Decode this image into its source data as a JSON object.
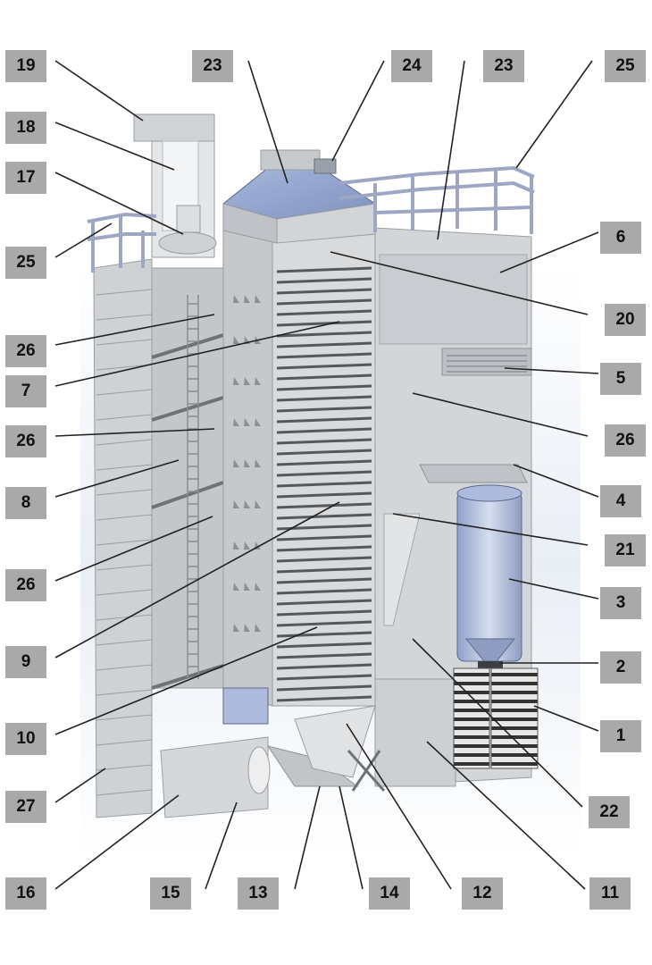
{
  "colors": {
    "background": "#ffffff",
    "callout_box": "#a9a9a9",
    "leader_line": "#222222",
    "structure": "#c9cccf",
    "structure_shade": "#b0b4b8",
    "accent_blue": "#aab8d8",
    "railing": "#9ea6c4"
  },
  "callouts": {
    "left": [
      "19",
      "18",
      "17",
      "25",
      "26",
      "7",
      "26",
      "8",
      "26",
      "9",
      "10",
      "27",
      "16"
    ],
    "top": [
      "23",
      "24",
      "23",
      "25"
    ],
    "right": [
      "6",
      "20",
      "5",
      "26",
      "4",
      "21",
      "3",
      "2",
      "1",
      "22"
    ],
    "bottom": [
      "15",
      "13",
      "14",
      "12",
      "11"
    ]
  }
}
